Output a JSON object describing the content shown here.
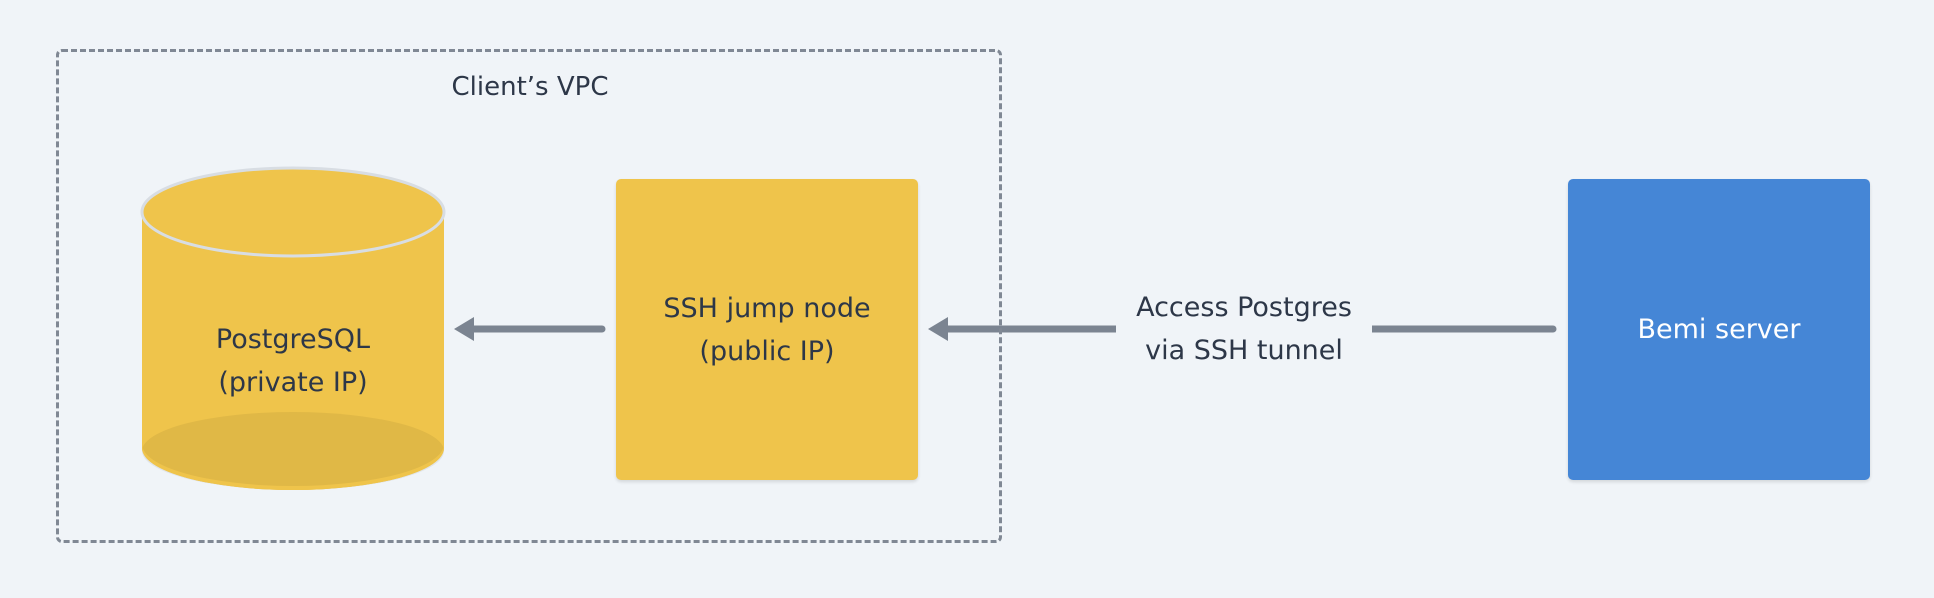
{
  "diagram": {
    "vpc": {
      "label": "Client’s VPC"
    },
    "database": {
      "label_line1": "PostgreSQL",
      "label_line2": "(private IP)"
    },
    "ssh_node": {
      "label": "SSH jump node\n(public IP)"
    },
    "bemi_server": {
      "label": "Bemi server"
    },
    "tunnel_edge": {
      "label": "Access Postgres\nvia SSH tunnel"
    },
    "colors": {
      "background": "#f0f4f8",
      "yellow": "#efc44b",
      "blue": "#4586d6",
      "connector": "#7b8491",
      "text": "#2d3748"
    },
    "icons": {
      "database": "database-cylinder-icon",
      "arrow": "arrow-left-icon"
    }
  }
}
